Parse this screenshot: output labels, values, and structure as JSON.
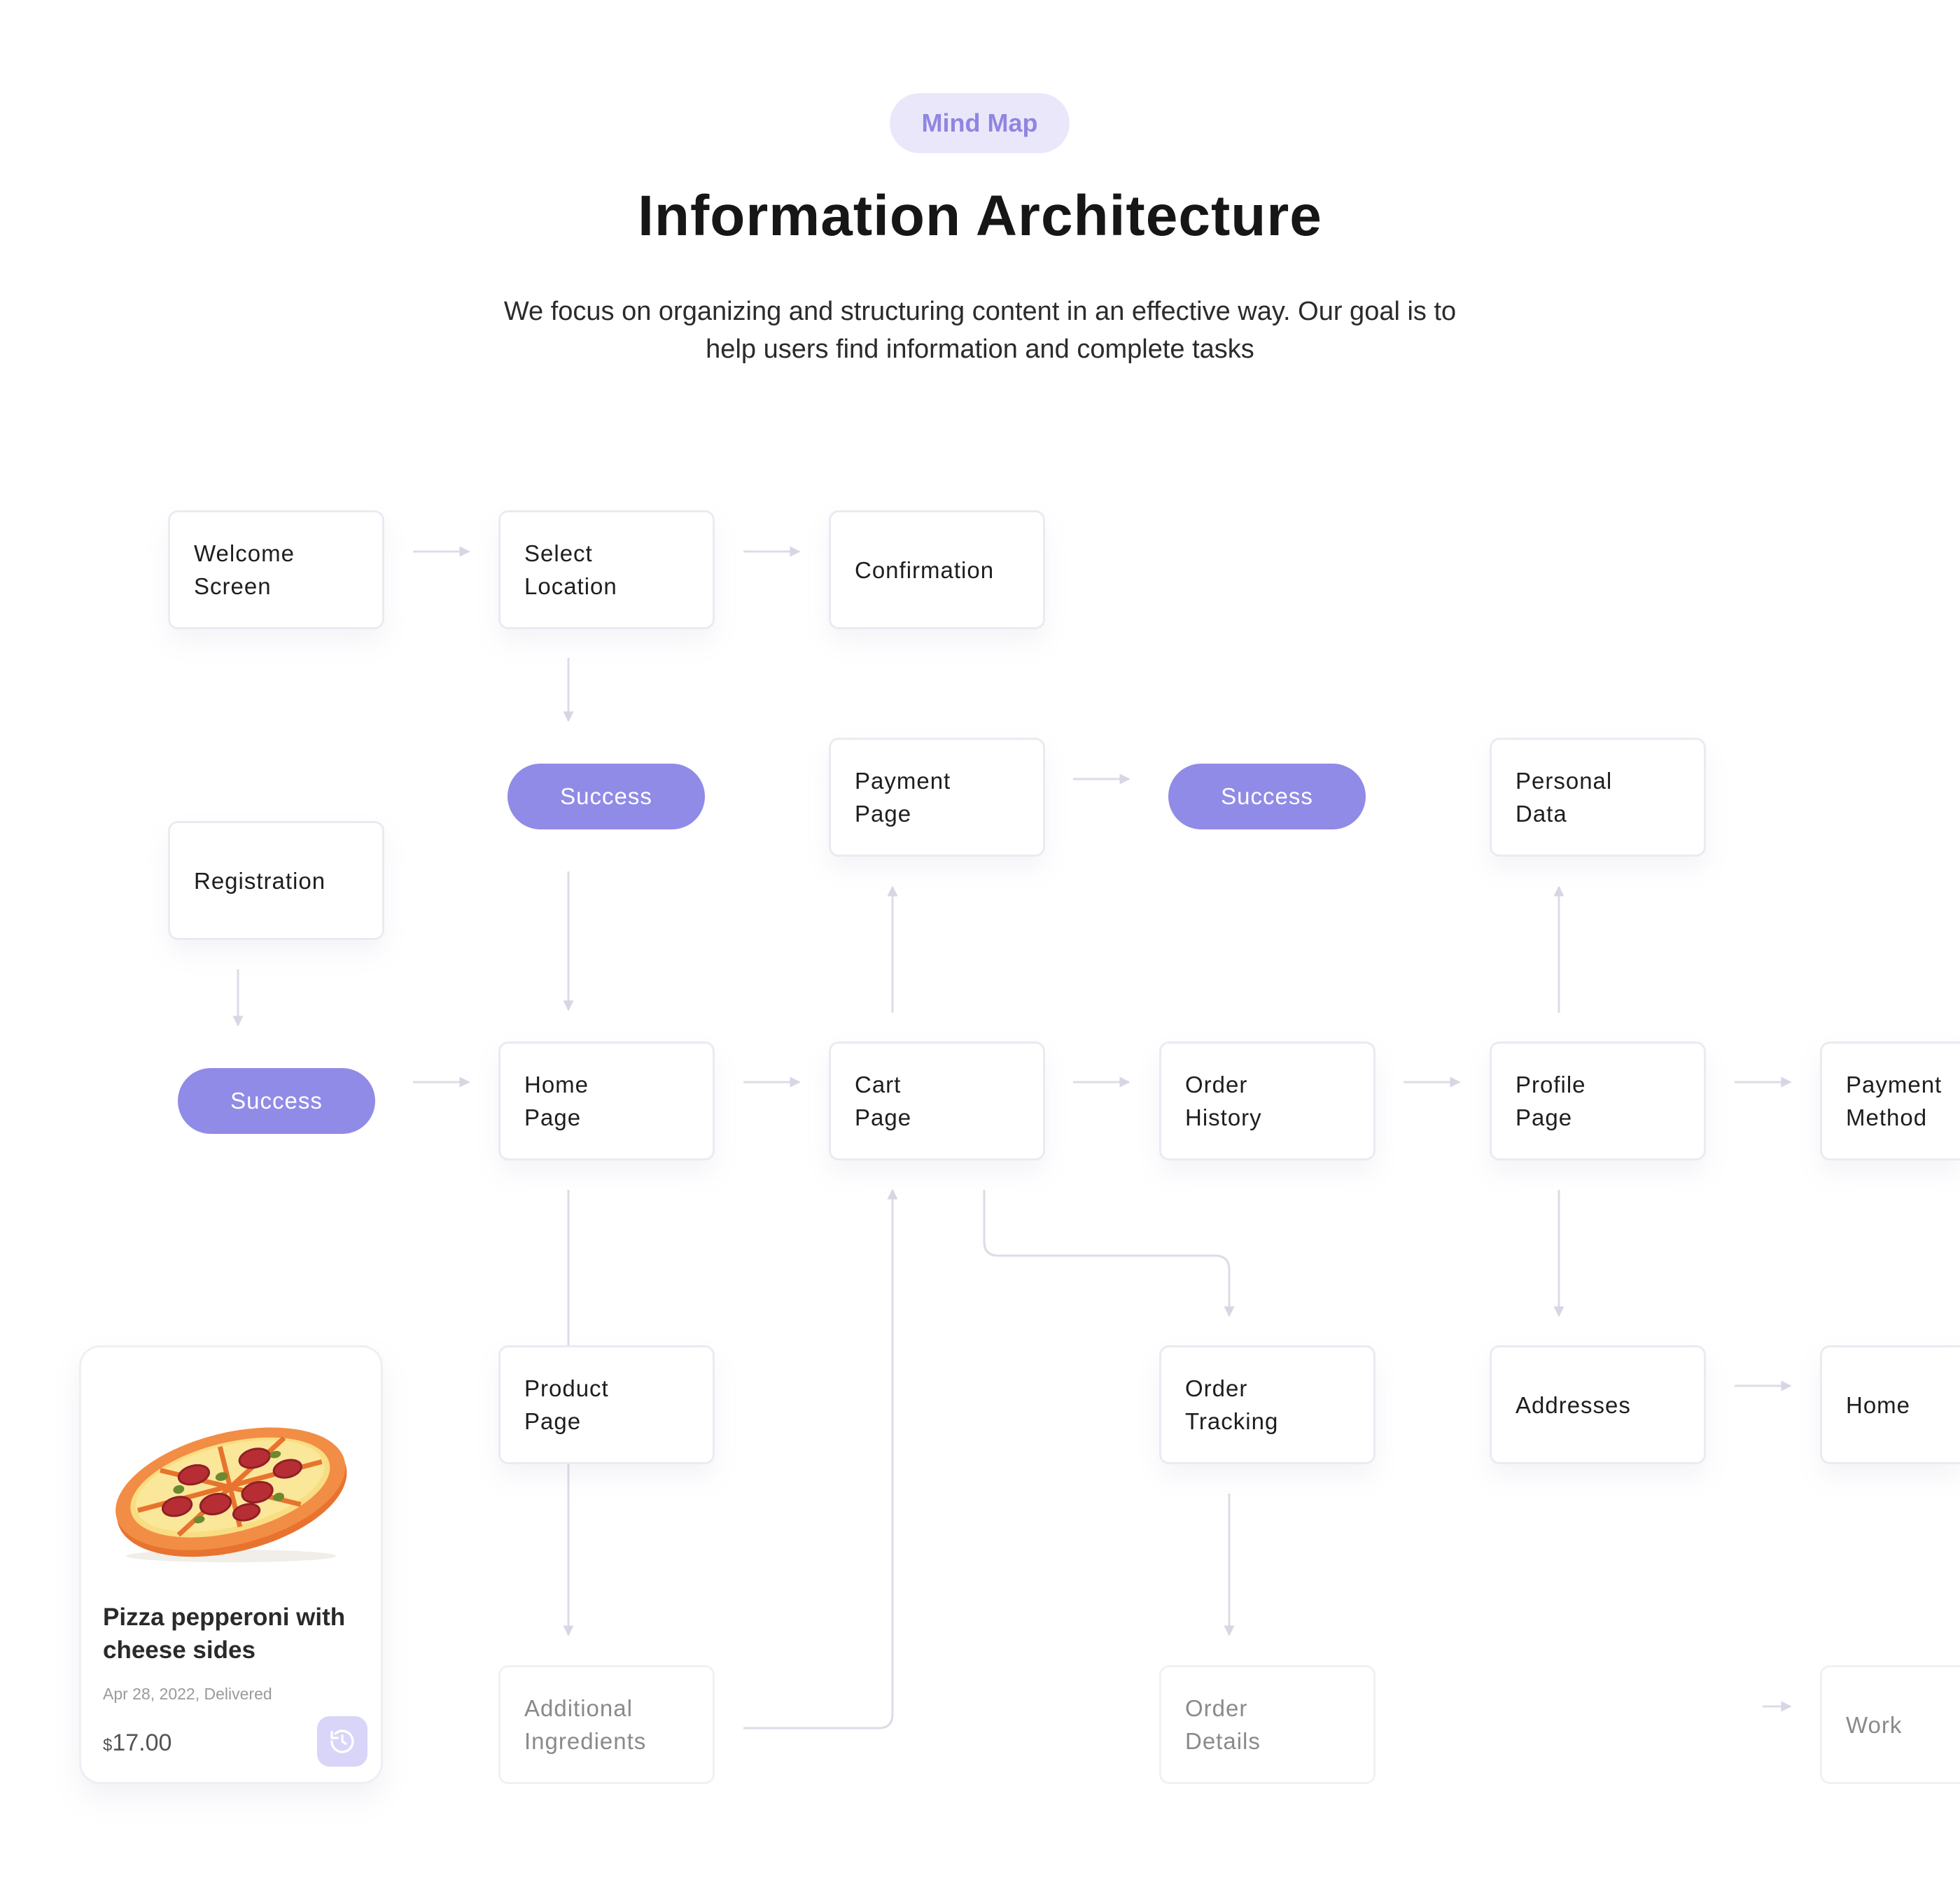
{
  "header": {
    "badge": "Mind Map",
    "title": "Information Architecture",
    "subtitle": "We focus on organizing and structuring content in an effective way. Our goal is to help users find information and complete tasks"
  },
  "nodes": {
    "welcome": "Welcome\nScreen",
    "select_location": "Select\nLocation",
    "confirmation": "Confirmation",
    "payment_page": "Payment\nPage",
    "personal_data": "Personal\nData",
    "registration": "Registration",
    "home_page": "Home\nPage",
    "cart_page": "Cart\nPage",
    "order_history": "Order\nHistory",
    "profile_page": "Profile\nPage",
    "payment_method": "Payment\nMethod",
    "product_page": "Product\nPage",
    "order_tracking": "Order\nTracking",
    "addresses": "Addresses",
    "home": "Home",
    "additional_ingredients": "Additional\nIngredients",
    "order_details": "Order\nDetails",
    "work": "Work"
  },
  "success_label": "Success",
  "card": {
    "title": "Pizza pepperoni with cheese sides",
    "meta": "Apr 28, 2022, Delivered",
    "currency": "$",
    "price": "17.00",
    "icon": "history-icon"
  },
  "colors": {
    "accent": "#908be6",
    "badge_bg": "#ebe7fb",
    "connector": "#dcdce8"
  }
}
